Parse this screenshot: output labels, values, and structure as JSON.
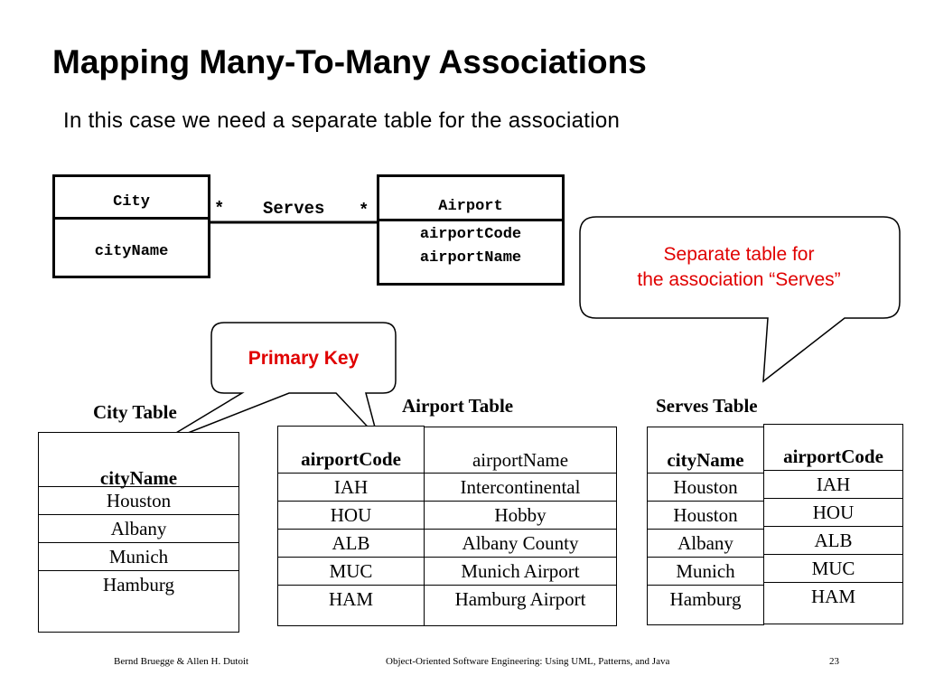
{
  "title": "Mapping Many-To-Many Associations",
  "subtitle": "In  this case we need a separate table for the association",
  "uml": {
    "city": {
      "name": "City",
      "attributes": [
        "cityName"
      ]
    },
    "airport": {
      "name": "Airport",
      "attributes": [
        "airportCode",
        "airportName"
      ]
    },
    "association": {
      "label": "Serves",
      "mult_left": "*",
      "mult_right": "*"
    }
  },
  "callouts": {
    "separate_table": {
      "line1": "Separate table for",
      "line2": "the association “Serves”"
    },
    "primary_key": {
      "text": "Primary Key"
    }
  },
  "tables": {
    "city": {
      "label": "City Table",
      "columns": [
        {
          "header": "cityName",
          "rows": [
            "Houston",
            "Albany",
            "Munich",
            "Hamburg"
          ]
        }
      ]
    },
    "airport": {
      "label": "Airport Table",
      "columns": [
        {
          "header": "airportCode",
          "rows": [
            "IAH",
            "HOU",
            "ALB",
            "MUC",
            "HAM"
          ]
        },
        {
          "header": "airportName",
          "rows": [
            "Intercontinental",
            "Hobby",
            "Albany County",
            "Munich Airport",
            "Hamburg Airport"
          ]
        }
      ]
    },
    "serves": {
      "label": "Serves Table",
      "columns": [
        {
          "header": "cityName",
          "rows": [
            "Houston",
            "Houston",
            "Albany",
            "Munich",
            "Hamburg"
          ]
        },
        {
          "header": "airportCode",
          "rows": [
            "IAH",
            "HOU",
            "ALB",
            "MUC",
            "HAM"
          ]
        }
      ]
    }
  },
  "footer": {
    "authors": "Bernd Bruegge & Allen H. Dutoit",
    "book": "Object-Oriented Software Engineering: Using UML, Patterns, and Java",
    "page": "23"
  },
  "colors": {
    "callout_text": "#e00000",
    "lines": "#000000",
    "background": "#ffffff"
  }
}
